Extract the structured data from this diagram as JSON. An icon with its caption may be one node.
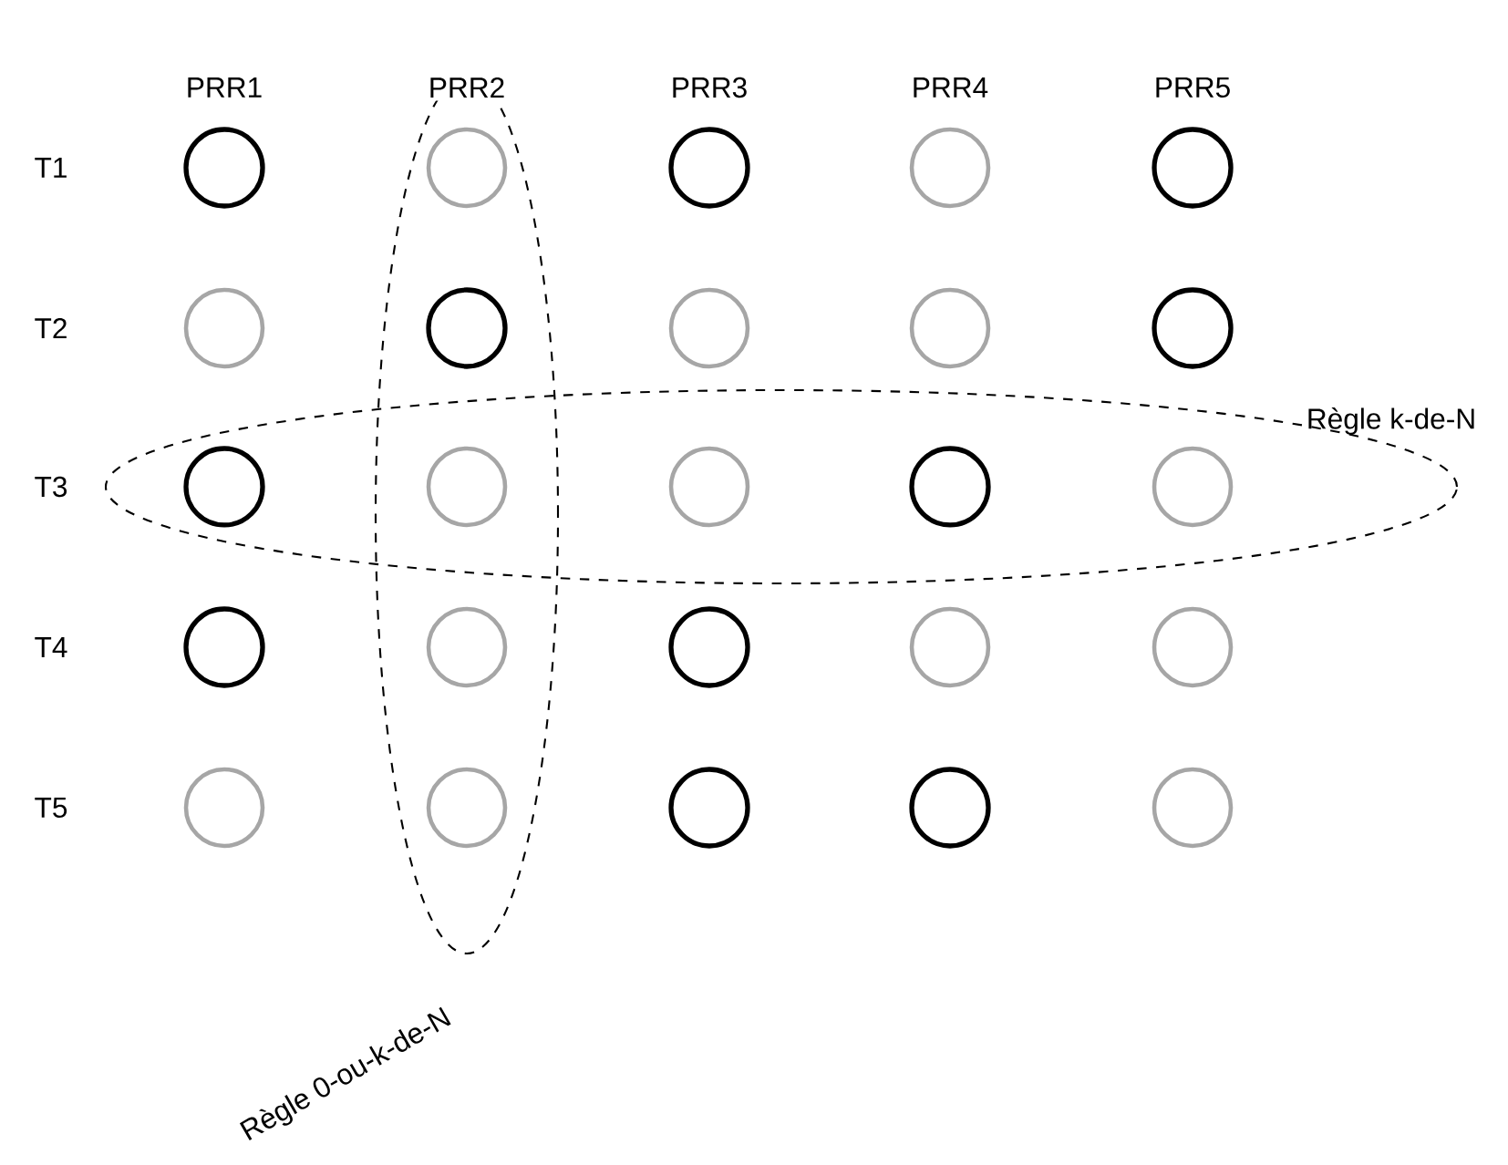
{
  "diagram": {
    "nodes": [
      {
        "text": [
          "Règle 0-ou-k-de-N"
        ]
      },
      {
        "text": [
          "Règle k-de-N"
        ]
      },
      {
        "text": [],
        "shape": "circle"
      },
      {
        "text": [],
        "shape": "circle",
        "in": 0
      },
      {
        "text": [],
        "shape": "circle"
      },
      {
        "text": [],
        "shape": "circle"
      },
      {
        "text": [],
        "shape": "circle"
      },
      {
        "text": [],
        "shape": "circle"
      },
      {
        "text": [],
        "shape": "circle",
        "in": 0
      },
      {
        "text": [],
        "shape": "circle"
      },
      {
        "text": [],
        "shape": "circle"
      },
      {
        "text": [],
        "shape": "circle"
      },
      {
        "text": [],
        "shape": "circle",
        "in": 1
      },
      {
        "text": [],
        "shape": "circle"
      },
      {
        "text": [],
        "shape": "circle",
        "in": 1
      },
      {
        "text": [],
        "shape": "circle",
        "in": 1
      },
      {
        "text": [],
        "shape": "circle",
        "in": 1
      },
      {
        "text": [],
        "shape": "circle"
      },
      {
        "text": [],
        "shape": "circle",
        "in": 0
      },
      {
        "text": [],
        "shape": "circle"
      },
      {
        "text": [],
        "shape": "circle"
      },
      {
        "text": [],
        "shape": "circle"
      },
      {
        "text": [],
        "shape": "circle"
      },
      {
        "text": [],
        "shape": "circle",
        "in": 0
      },
      {
        "text": [],
        "shape": "circle"
      },
      {
        "text": [],
        "shape": "circle"
      },
      {
        "text": [],
        "shape": "circle"
      }
    ],
    "labels": [
      "PRR1",
      "PRR2",
      "PRR3",
      "PRR4",
      "PRR5",
      "T1",
      "T2",
      "T3",
      "T4",
      "T5"
    ]
  }
}
